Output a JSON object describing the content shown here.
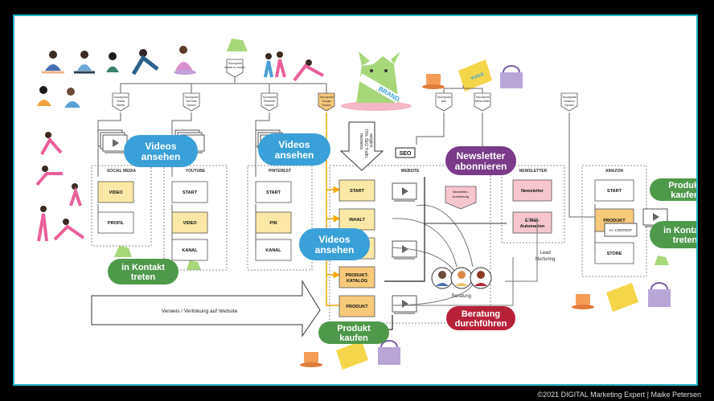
{
  "footer": {
    "credit": "©2021 DIGITAL Marketing Expert | Maike Petersen"
  },
  "touchpoints": {
    "wordofmouth": "Touchpoint Mouth-to-mouth",
    "social": "Touchpoint Social Media",
    "youtube": "Touchpoint YouTube Search",
    "pinterest": "Touchpoint Pinterest Search",
    "google": "Touchpoint Google Search",
    "ads": "Touchpoint Ads",
    "newsletter": "Touchpoint News-letter",
    "amazon": "Touchpoint Amazon Search"
  },
  "sections": {
    "social": "SOCIAL MEDIA",
    "youtube": "YOUTUBE",
    "pinterest": "PINTEREST",
    "website": "WEBSITE",
    "newsletter": "NEWSLETTER",
    "amazon": "AMAZON"
  },
  "boxes": {
    "video": "VIDEO",
    "profil": "PROFIL",
    "start": "START",
    "kanal": "KANAL",
    "pin": "PIN",
    "inhalt": "INHALT",
    "produktkatalog_1": "PRODUKT-",
    "produktkatalog_2": "KATALOG",
    "produkt": "PRODUKT",
    "newsletter": "Newsletter",
    "anmeldung_1": "Newsletter-",
    "anmeldung_2": "Anmeldung",
    "automation_1": "E-Mail-",
    "automation_2": "Automation",
    "store": "STORE",
    "aplus": "A+ CONTENT"
  },
  "bubbles": {
    "videos_1": "Videos",
    "videos_2": "ansehen",
    "newsletter_1": "Newsletter",
    "newsletter_2": "abonnieren",
    "kaufen_1": "Produkt",
    "kaufen_2": "kaufen",
    "kontakt_1": "in Kontakt",
    "kontakt_2": "treten",
    "beratung_1": "Beratung",
    "beratung_2": "durchführen"
  },
  "labels": {
    "verweis": "Verweis / Verlinkung auf Website",
    "seo": "SEO",
    "seo_arrow_1": "meistens",
    "seo_arrow_2": "70% SEO Traffic",
    "seo_arrow_3": "möglich",
    "lead_1": "Lead",
    "lead_2": "Nurturing",
    "beratung": "Beratung",
    "brand": "BRAND",
    "yoga": "YOGA"
  },
  "colors": {
    "yellow_box": "#fbe8a6",
    "orange_box": "#f7c97a",
    "pink_box": "#f8c6cf",
    "blue_bubble": "#3aa0d8",
    "purple_bubble": "#7b3a8a",
    "green_bubble": "#4e9a4a",
    "red_bubble": "#b8213a",
    "highlight_line": "#f2a900"
  }
}
